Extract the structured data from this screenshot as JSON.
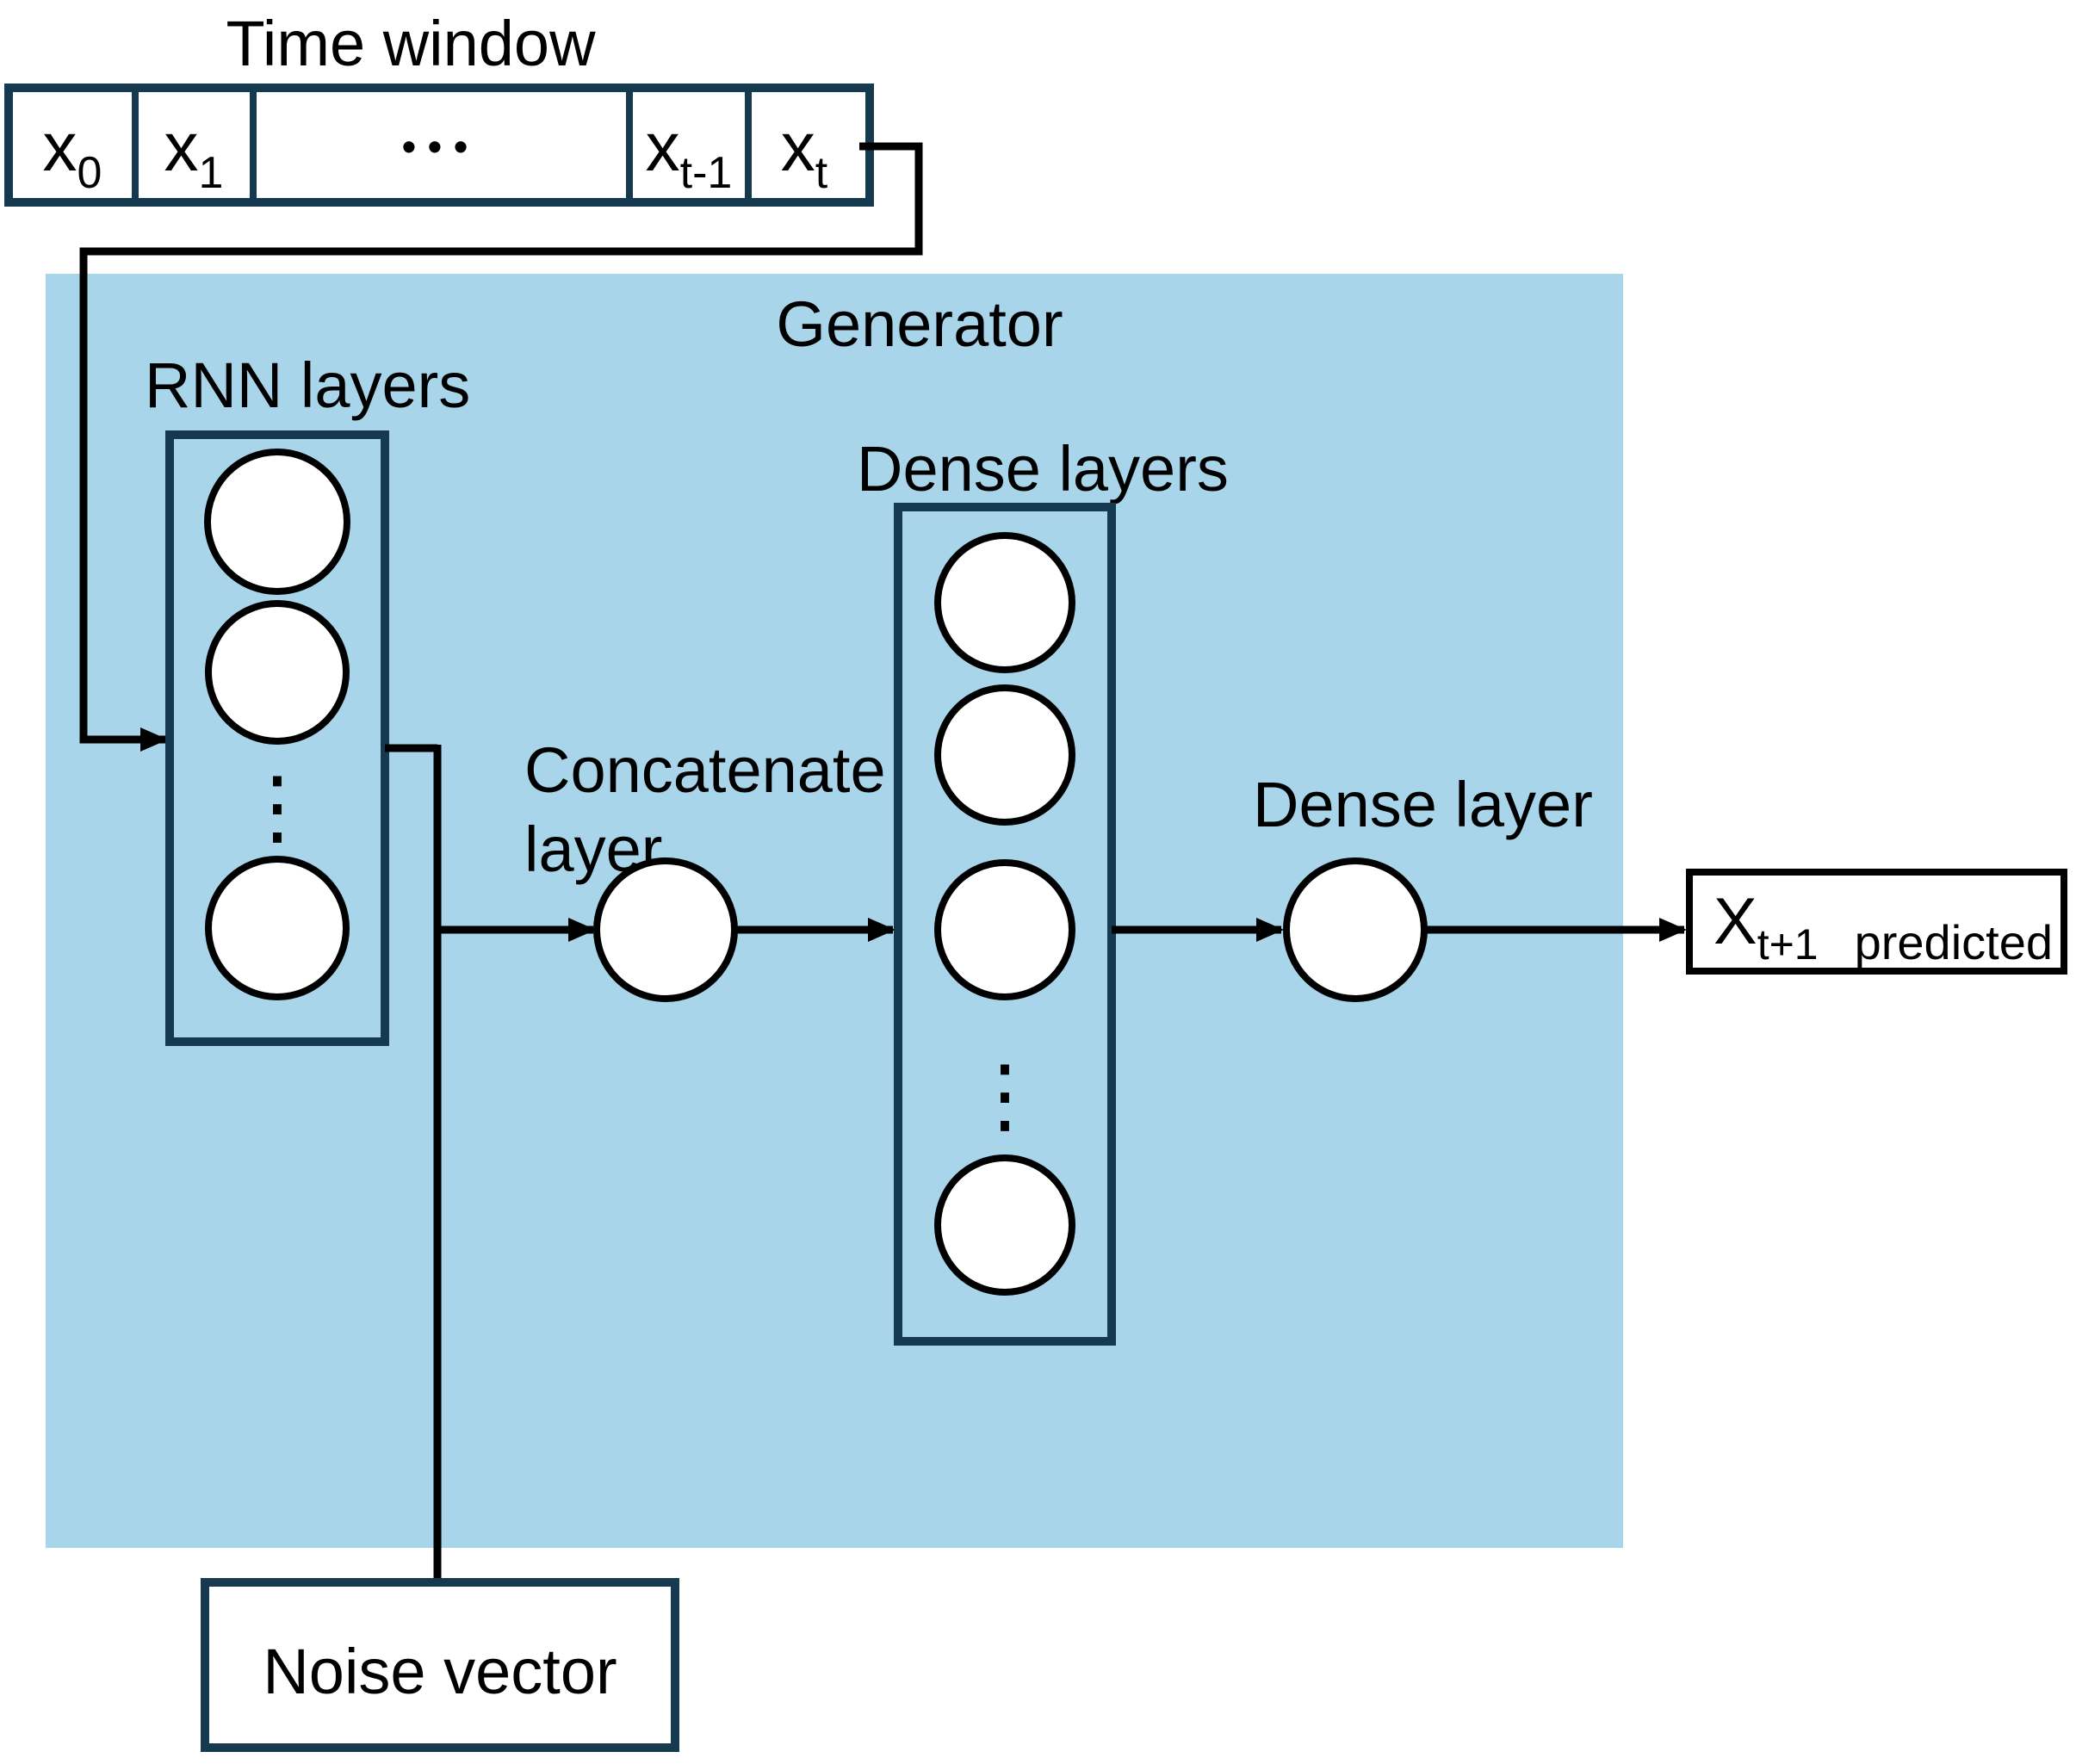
{
  "colors": {
    "generator_bg": "#a9d5ea",
    "box_border": "#153a4f",
    "line": "#000000"
  },
  "time_window": {
    "title": "Time window",
    "cells": [
      {
        "base": "x",
        "sub": "0"
      },
      {
        "base": "x",
        "sub": "1"
      },
      {
        "dots": "•••"
      },
      {
        "base": "x",
        "sub": "t-1"
      },
      {
        "base": "x",
        "sub": "t"
      }
    ]
  },
  "generator": {
    "label": "Generator"
  },
  "rnn": {
    "label": "RNN layers",
    "ellipsis": "⋮"
  },
  "concatenate": {
    "label_line1": "Concatenate",
    "label_line2": "layer"
  },
  "dense_layers": {
    "label": "Dense layers",
    "ellipsis": "⋮"
  },
  "dense_layer": {
    "label": "Dense layer"
  },
  "noise": {
    "label": "Noise vector"
  },
  "output": {
    "base": "X",
    "sub": "t+1",
    "suffix": "predicted"
  }
}
